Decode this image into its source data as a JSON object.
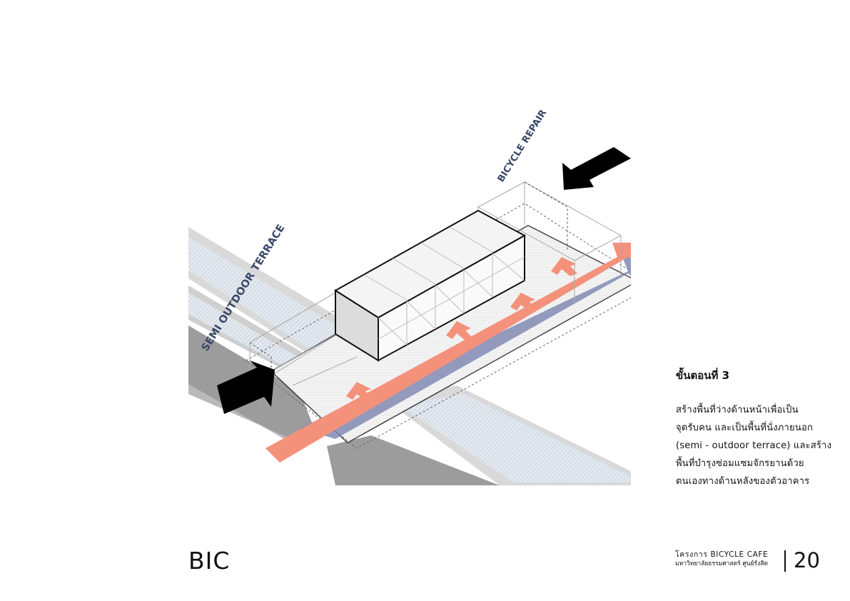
{
  "diagram": {
    "labels": {
      "semi_outdoor": "SEMI OUTDOOR TERRACE",
      "bicycle_repair": "BICYCLE REPAIR"
    },
    "colors": {
      "coral_arrow": "#f4917b",
      "blue_arrow": "#8189b4",
      "label_navy": "#3a4868",
      "road_dark": "#9b9b9b",
      "sidewalk": "#d6d6d6",
      "water": "#dde6ee"
    }
  },
  "step": {
    "title": "ขั้นตอนที่ 3",
    "lines": [
      "สร้างพื้นที่ว่างด้านหน้าเพื่อเป็น",
      "จุดรับคน และเป็นพื้นที่นั่งภายนอก",
      "(semi - outdoor terrace) และสร้าง",
      "พื้นที่บำรุงซ่อมแซมจักรยานด้วย",
      "ตนเองทางด้านหลังของตัวอาคาร"
    ]
  },
  "footer": {
    "brand": "BIC",
    "project_title": "โครงการ BICYCLE CAFE",
    "project_subtitle": "มหาวิทยาลัยธรรมศาสตร์ ศูนย์รังสิต",
    "page_number": "20"
  }
}
